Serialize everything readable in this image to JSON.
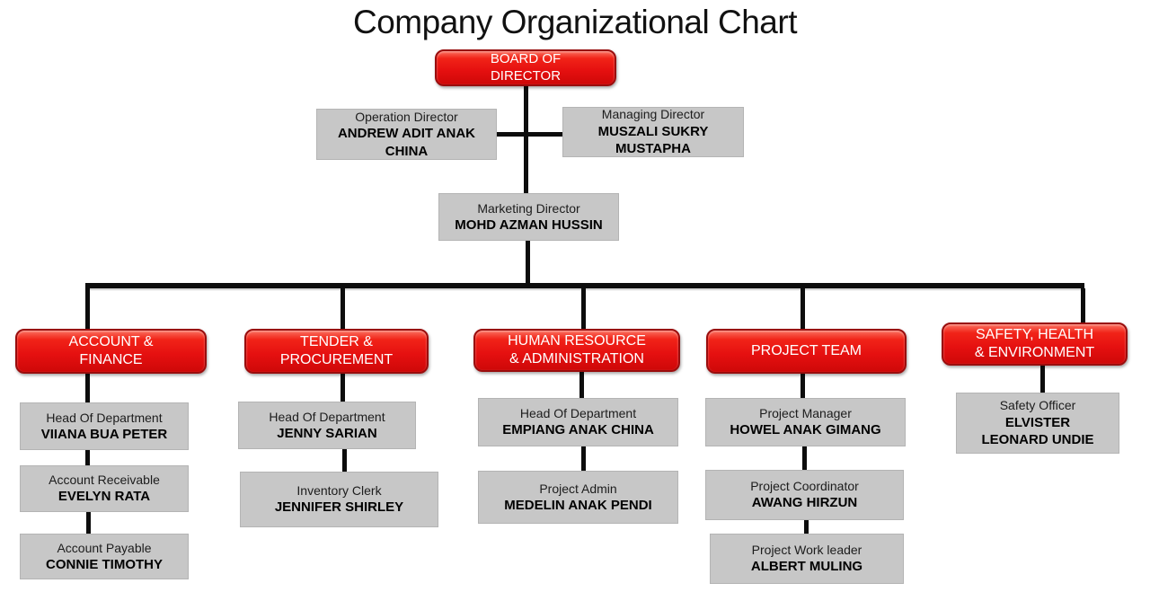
{
  "title": "Company Organizational Chart",
  "colors": {
    "node_red": "#e51010",
    "node_red_border": "#9a0d0d",
    "node_gray": "#c7c7c7",
    "connector": "#0d0d0d",
    "red_text": "#ffffff",
    "text": "#000000"
  },
  "board": {
    "label": "BOARD OF\nDIRECTOR"
  },
  "directors": [
    {
      "role": "Operation Director",
      "name": "ANDREW ADIT ANAK\nCHINA"
    },
    {
      "role": "Managing Director",
      "name": "MUSZALI SUKRY\nMUSTAPHA"
    },
    {
      "role": "Marketing Director",
      "name": "MOHD AZMAN HUSSIN"
    }
  ],
  "departments": [
    {
      "label": "ACCOUNT &\nFINANCE",
      "members": [
        {
          "role": "Head Of Department",
          "name": "VIIANA BUA PETER"
        },
        {
          "role": "Account Receivable",
          "name": "EVELYN RATA"
        },
        {
          "role": "Account Payable",
          "name": "CONNIE TIMOTHY"
        }
      ]
    },
    {
      "label": "TENDER &\nPROCUREMENT",
      "members": [
        {
          "role": "Head Of Department",
          "name": "JENNY SARIAN"
        },
        {
          "role": "Inventory Clerk",
          "name": "JENNIFER SHIRLEY"
        }
      ]
    },
    {
      "label": "HUMAN RESOURCE\n& ADMINISTRATION",
      "members": [
        {
          "role": "Head Of Department",
          "name": "EMPIANG ANAK CHINA"
        },
        {
          "role": "Project Admin",
          "name": "MEDELIN ANAK PENDI"
        }
      ]
    },
    {
      "label": "PROJECT TEAM",
      "members": [
        {
          "role": "Project Manager",
          "name": "HOWEL ANAK GIMANG"
        },
        {
          "role": "Project Coordinator",
          "name": "AWANG HIRZUN"
        },
        {
          "role": "Project Work leader",
          "name": "ALBERT MULING"
        }
      ]
    },
    {
      "label": "SAFETY, HEALTH\n& ENVIRONMENT",
      "members": [
        {
          "role": "Safety Officer",
          "name": "ELVISTER\nLEONARD UNDIE"
        }
      ]
    }
  ]
}
